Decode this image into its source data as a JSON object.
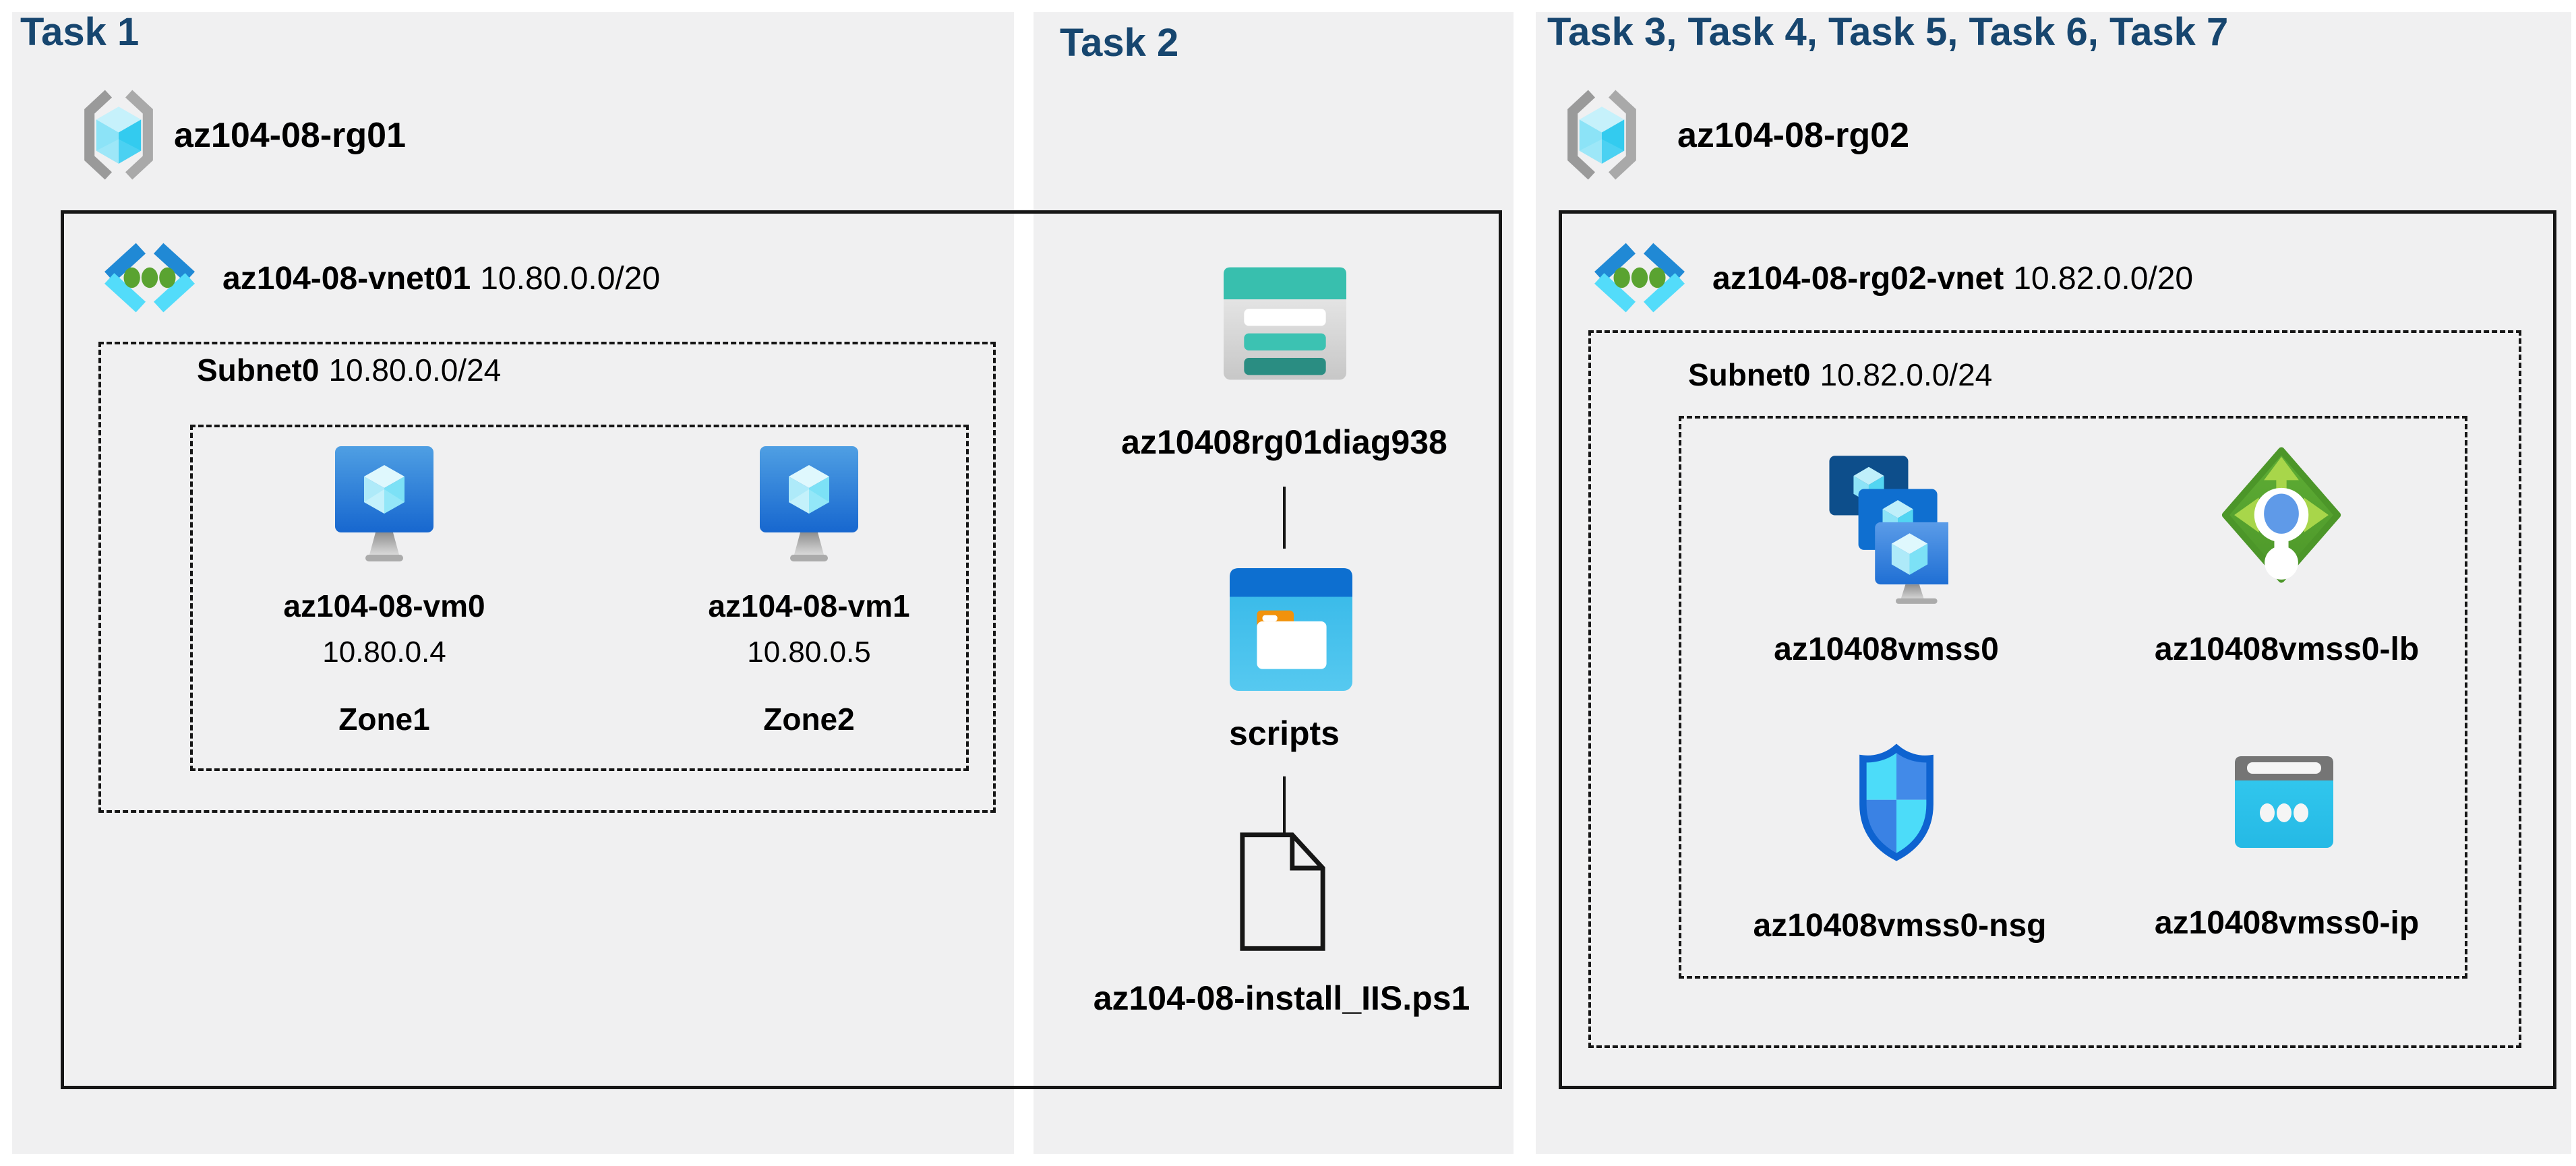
{
  "colors": {
    "heading": "#17466F",
    "panel": "#F0F0F1",
    "line": "#161616",
    "storage-teal": "#38BFAE",
    "azure-blue": "#1F6FD4",
    "cyan": "#35CBF0",
    "vnet-green": "#57A233",
    "lb-green": "#55A42F",
    "nsg-blue": "#0E63D0",
    "bracket-gray": "#9A9A9A"
  },
  "task1": {
    "heading": "Task 1",
    "resource_group": "az104-08-rg01",
    "vnet_name": "az104-08-vnet01",
    "vnet_cidr": "10.80.0.0/20",
    "subnet_name": "Subnet0",
    "subnet_cidr": "10.80.0.0/24",
    "vm0": {
      "name": "az104-08-vm0",
      "ip": "10.80.0.4",
      "zone": "Zone1"
    },
    "vm1": {
      "name": "az104-08-vm1",
      "ip": "10.80.0.5",
      "zone": "Zone2"
    }
  },
  "task2": {
    "heading": "Task 2",
    "storage_account": "az10408rg01diag938",
    "container": "scripts",
    "file": "az104-08-install_IIS.ps1"
  },
  "task3": {
    "heading": "Task 3, Task 4, Task 5, Task 6, Task 7",
    "resource_group": "az104-08-rg02",
    "vnet_name": "az104-08-rg02-vnet",
    "vnet_cidr": "10.82.0.0/20",
    "subnet_name": "Subnet0",
    "subnet_cidr": "10.82.0.0/24",
    "vmss": "az10408vmss0",
    "load_balancer": "az10408vmss0-lb",
    "nsg": "az10408vmss0-nsg",
    "public_ip": "az10408vmss0-ip"
  }
}
